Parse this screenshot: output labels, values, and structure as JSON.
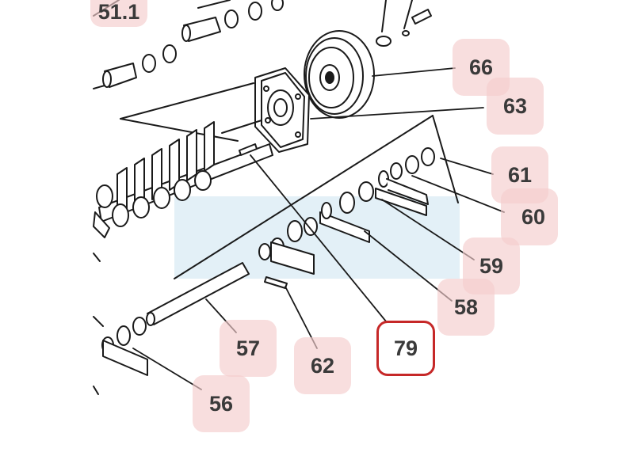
{
  "diagram": {
    "callouts": [
      {
        "id": "c511",
        "label": "51.1"
      },
      {
        "id": "c66",
        "label": "66"
      },
      {
        "id": "c63",
        "label": "63"
      },
      {
        "id": "c61",
        "label": "61"
      },
      {
        "id": "c60",
        "label": "60"
      },
      {
        "id": "c59",
        "label": "59"
      },
      {
        "id": "c58",
        "label": "58"
      },
      {
        "id": "c79",
        "label": "79",
        "selected": true
      },
      {
        "id": "c57",
        "label": "57"
      },
      {
        "id": "c62",
        "label": "62"
      },
      {
        "id": "c56",
        "label": "56"
      }
    ],
    "colors": {
      "line": "#1a1a1a",
      "callout_fill": "#f4cccc",
      "callout_text": "#3a3a3a",
      "selected_border": "#c62828",
      "highlight_band": "#e3f0f7"
    }
  }
}
